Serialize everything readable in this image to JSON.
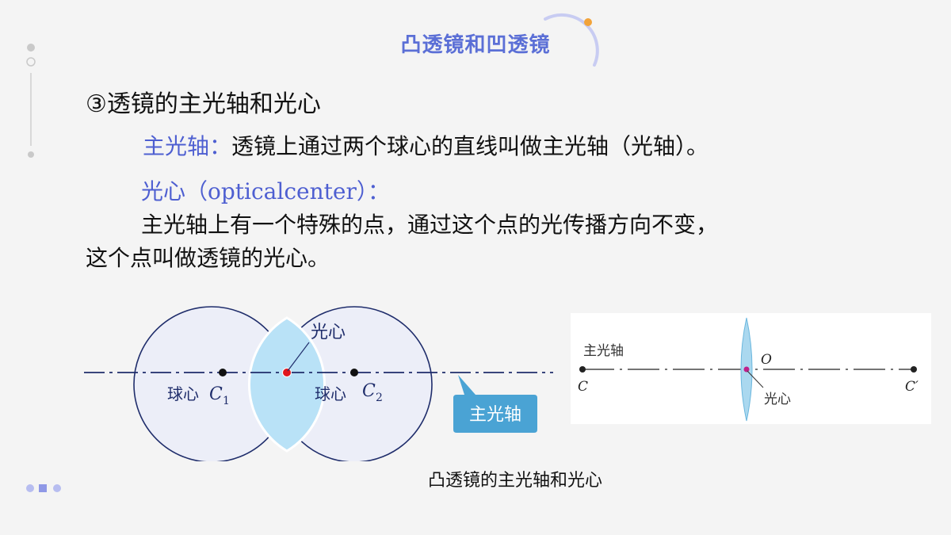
{
  "header": {
    "title": "凸透镜和凹透镜"
  },
  "content": {
    "heading": "③透镜的主光轴和光心",
    "principal_axis_term": "主光轴：",
    "principal_axis_definition": "透镜上通过两个球心的直线叫做主光轴（光轴）。",
    "optical_center_term_cn": "光心（",
    "optical_center_term_en": "opticalcenter",
    "optical_center_term_end": "）：",
    "optical_center_line1": "主光轴上有一个特殊的点，通过这个点的光传播方向不变，",
    "optical_center_line2": "这个点叫做透镜的光心。"
  },
  "diagram_left": {
    "label_optical_center": "光心",
    "label_sphere_center_1": "球心",
    "c1_letter": "C",
    "c1_sub": "1",
    "label_sphere_center_2": "球心",
    "c2_letter": "C",
    "c2_sub": "2",
    "callout_label": "主光轴",
    "colors": {
      "circle_fill": "#eceef8",
      "lens_fill": "#b9e2f7",
      "axis": "#1f2d6b",
      "center_dot": "#e0161d",
      "callout": "#4aa3d4"
    }
  },
  "diagram_right": {
    "label_axis": "主光轴",
    "label_o": "O",
    "label_c": "C",
    "label_c_prime": "C′",
    "label_optical_center": "光心"
  },
  "caption": "凸透镜的主光轴和光心",
  "icons": {
    "title_arc": "arc-decoration-icon",
    "side_line": "side-line-decoration-icon",
    "bottom_dots": "dots-decoration-icon"
  }
}
